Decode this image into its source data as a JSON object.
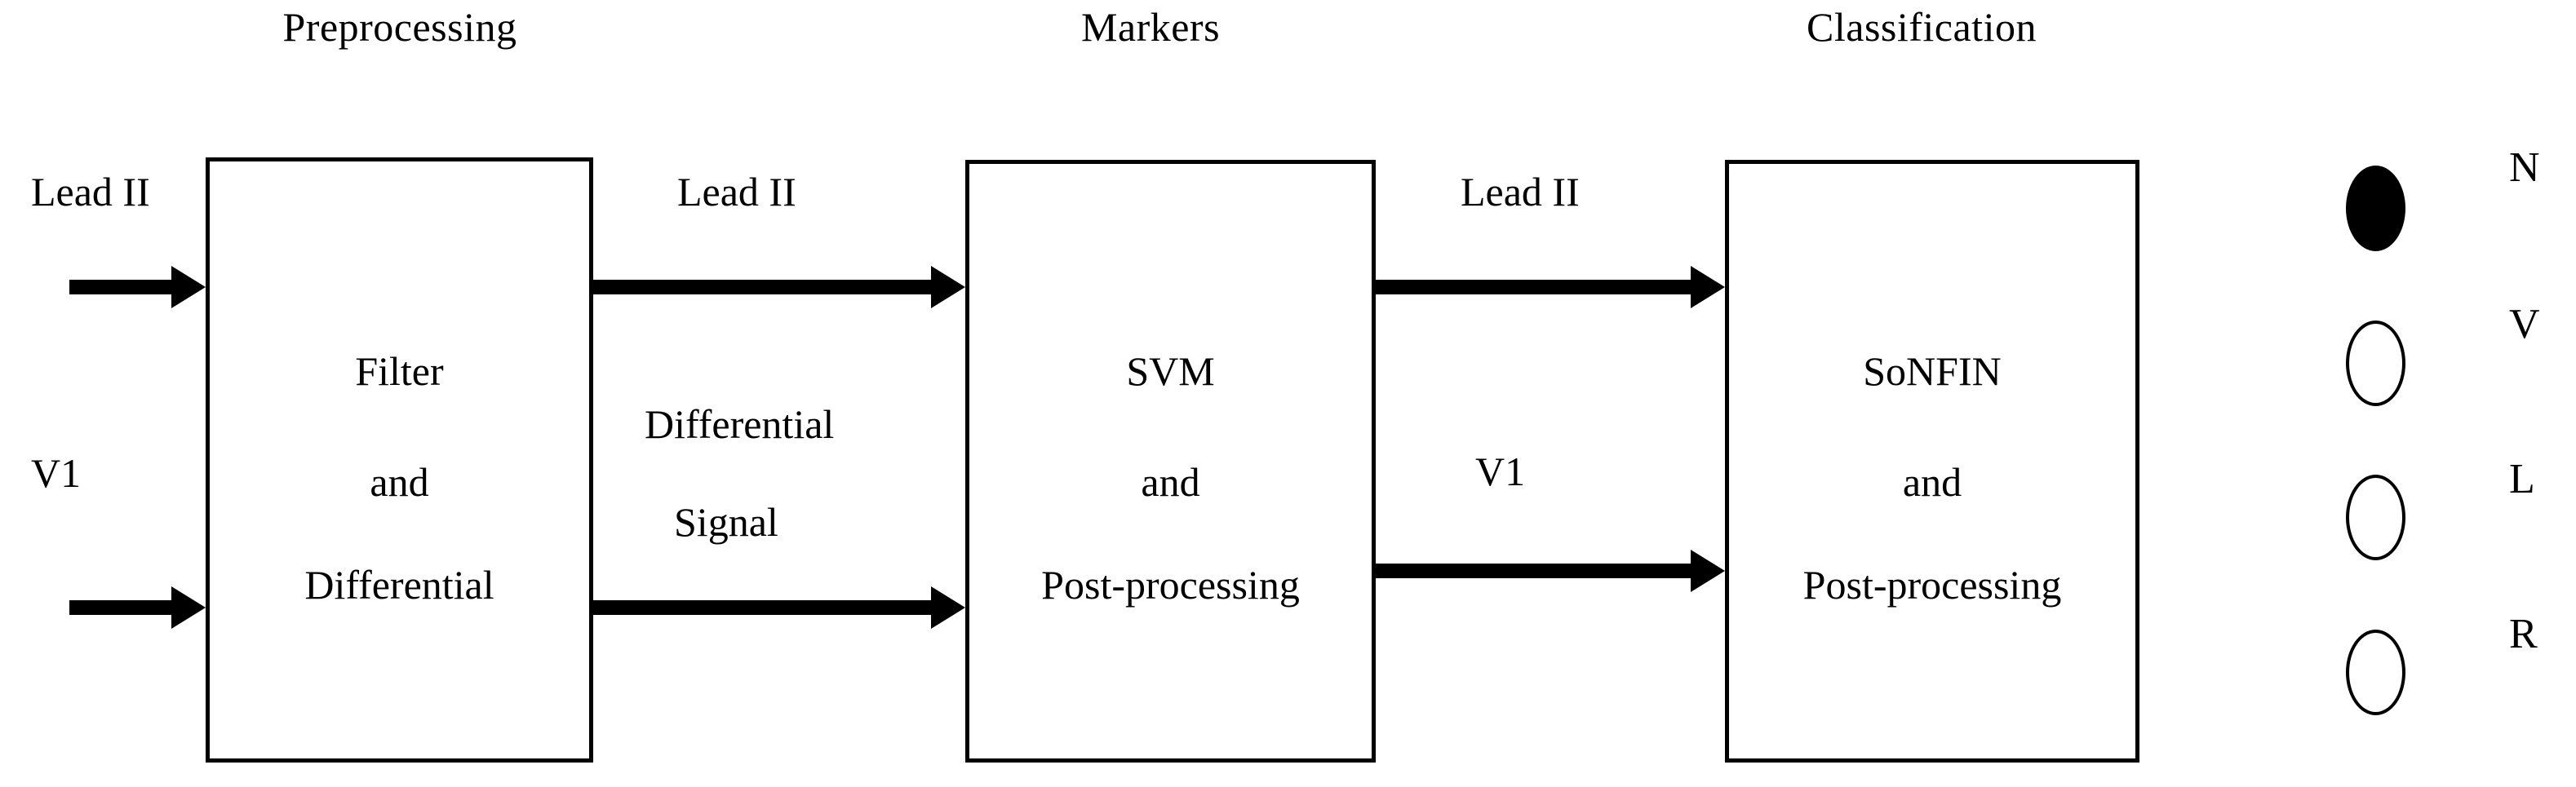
{
  "figure": {
    "kind": "block-diagram",
    "background_color": "#ffffff",
    "line_color": "#000000"
  },
  "stages": [
    {
      "id": "preprocessing",
      "title": "Preprocessing"
    },
    {
      "id": "markers",
      "title": "Markers"
    },
    {
      "id": "classification",
      "title": "Classification"
    }
  ],
  "blocks": [
    {
      "id": "preprocessing-block",
      "lines": [
        "Filter",
        "and",
        "Differential"
      ]
    },
    {
      "id": "markers-block",
      "lines": [
        "SVM",
        "and",
        "Post-processing"
      ]
    },
    {
      "id": "classification-block",
      "lines": [
        "SoNFIN",
        "and",
        "Post-processing"
      ]
    }
  ],
  "signals": {
    "input_top": "Lead II",
    "input_bottom": "V1",
    "pre_to_markers_top": "Lead II",
    "pre_to_markers_bottom_l1": "Differential",
    "pre_to_markers_bottom_l2": "Signal",
    "markers_to_class_top": "Lead II",
    "markers_to_class_bottom": "V1"
  },
  "legend": {
    "items": [
      {
        "label": "N",
        "marker": "filled-ellipse"
      },
      {
        "label": "V",
        "marker": "open-ellipse"
      },
      {
        "label": "L",
        "marker": "open-ellipse"
      },
      {
        "label": "R",
        "marker": "open-ellipse"
      }
    ]
  }
}
